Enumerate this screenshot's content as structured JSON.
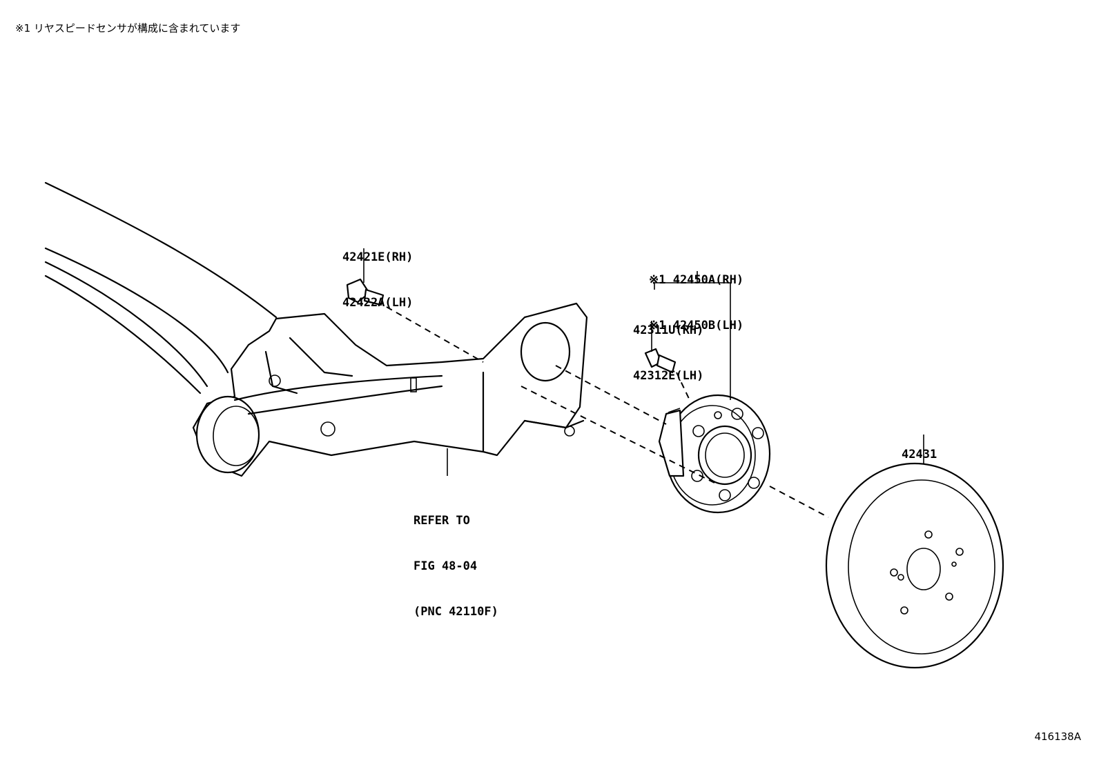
{
  "note": "※1 リヤスピードセンサが構成に含まれています",
  "figure_id": "416138A",
  "callouts": {
    "bolt": {
      "line1": "42421E(RH)",
      "line2": "42422A(LH)"
    },
    "hub": {
      "line1": "※1 42450A(RH)",
      "line2": "※1 42450B(LH)"
    },
    "stud": {
      "line1": "42311U(RH)",
      "line2": "42312E(LH)"
    },
    "disc": {
      "line1": "42431"
    },
    "axle": {
      "line1": "REFER TO",
      "line2": "FIG 48-04",
      "line3": "(PNC 42110F)"
    }
  }
}
